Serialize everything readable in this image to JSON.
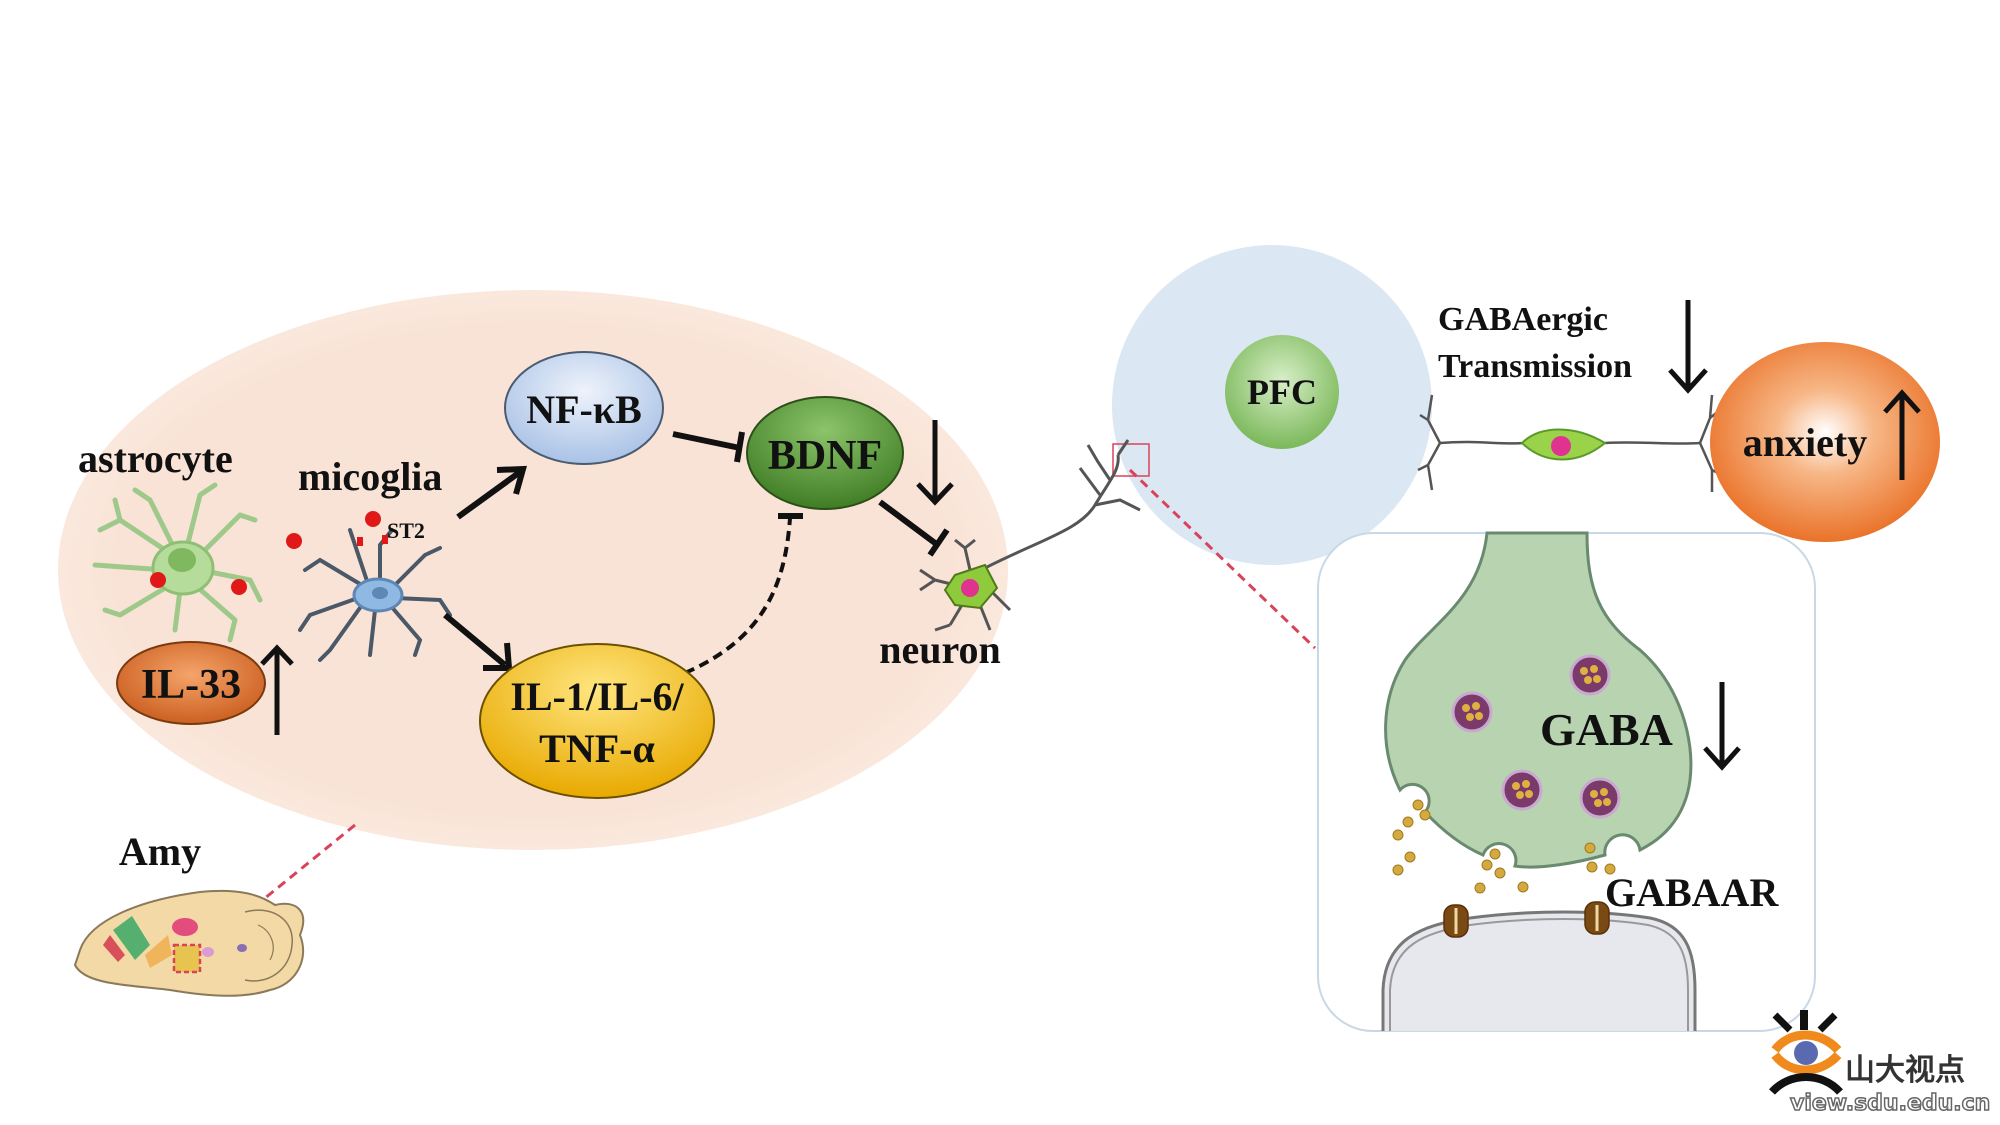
{
  "diagram": {
    "amygdala_region": {
      "region_label": "Amy",
      "cells": {
        "astrocyte": "astrocyte",
        "microglia": "micoglia",
        "receptor": "ST2",
        "neuron": "neuron"
      },
      "molecules": {
        "il33": "IL-33",
        "nfkb": "NF-κB",
        "bdnf": "BDNF",
        "cytokines_line1": "IL-1/IL-6/",
        "cytokines_line2": "TNF-α"
      },
      "regulation": {
        "il33": "up",
        "bdnf": "down"
      }
    },
    "pfc_region": {
      "region_label": "PFC",
      "transmission_line1": "GABAergic",
      "transmission_line2": "Transmission",
      "transmission_regulation": "down",
      "outcome": "anxiety",
      "outcome_regulation": "up"
    },
    "synapse_inset": {
      "neurotransmitter": "GABA",
      "neurotransmitter_regulation": "down",
      "receptor": "GABAAR"
    },
    "edges": [
      {
        "from": "microglia",
        "to": "NF-κB",
        "type": "activation"
      },
      {
        "from": "microglia",
        "to": "IL-1/IL-6/TNF-α",
        "type": "activation"
      },
      {
        "from": "NF-κB",
        "to": "BDNF",
        "type": "inhibition"
      },
      {
        "from": "IL-1/IL-6/TNF-α",
        "to": "BDNF",
        "type": "inhibition-dashed"
      },
      {
        "from": "BDNF",
        "to": "neuron",
        "type": "inhibition"
      }
    ],
    "colors": {
      "amy_bg": "#f9e3d6",
      "pfc_bg": "#dbe7f3",
      "nfkb": "#c9d9f0",
      "bdnf": "#4f8f2e",
      "cytokines": "#f2c200",
      "il33": "#e07a30",
      "anxiety": "#ef7d2a",
      "pfc_node": "#8cc46a",
      "synapse": "#b7d3b0",
      "zoom_link": "#d9435a"
    }
  },
  "watermark": {
    "brand": "山大视点",
    "url": "view.sdu.edu.cn"
  }
}
